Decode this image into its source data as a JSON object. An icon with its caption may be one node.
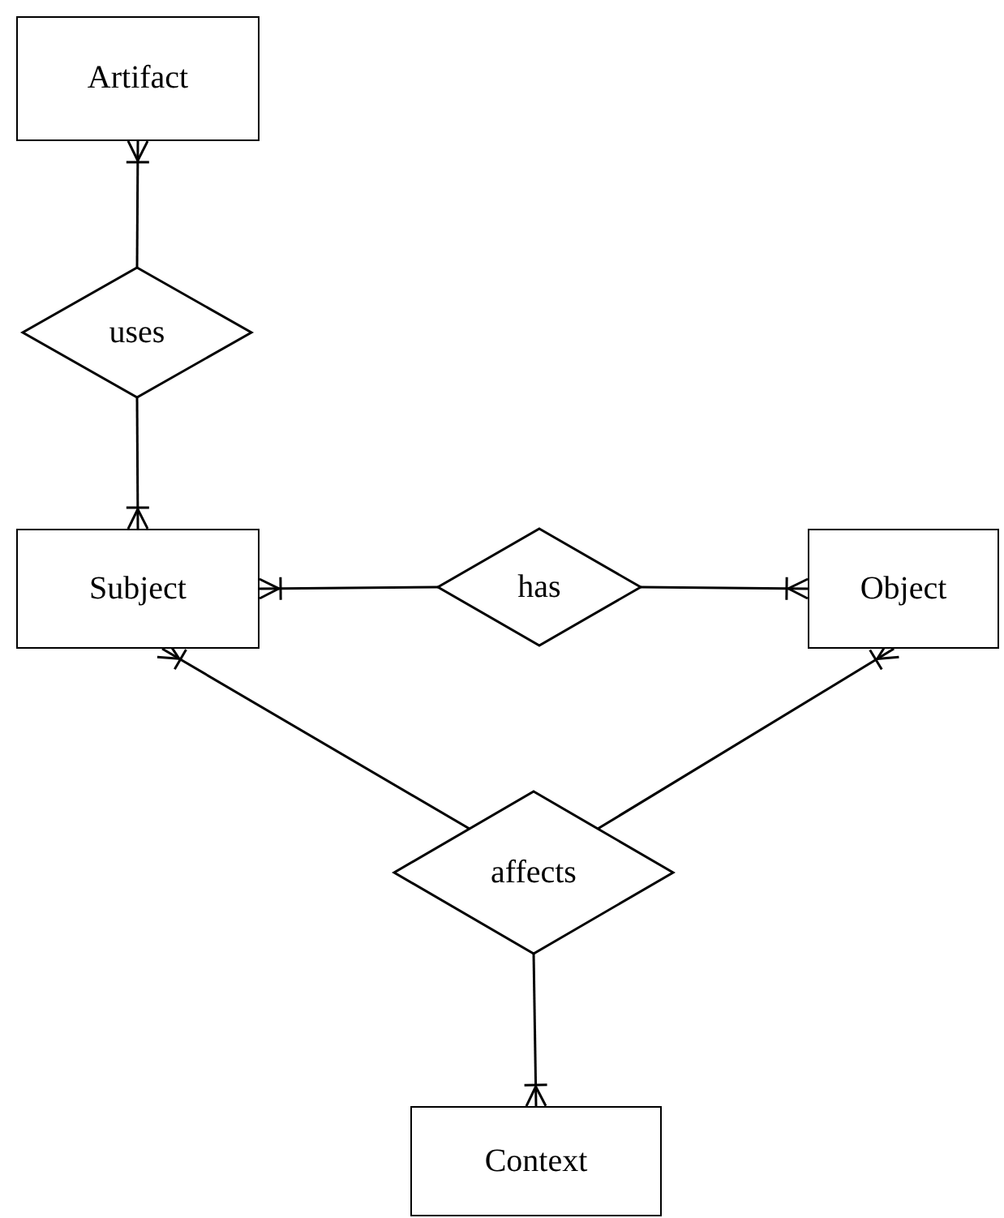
{
  "diagram": {
    "nodes": [
      {
        "text": [
          "Artifact"
        ]
      },
      {
        "text": [
          "uses"
        ]
      },
      {
        "text": [
          "Subject"
        ]
      },
      {
        "text": [
          "has"
        ]
      },
      {
        "text": [
          "Object"
        ]
      },
      {
        "text": [
          "affects"
        ]
      },
      {
        "text": [
          "Context"
        ]
      }
    ],
    "edges": [
      {
        "from": 1,
        "to": 0,
        "arrow": "other"
      },
      {
        "from": 1,
        "to": 2,
        "arrow": "other"
      },
      {
        "from": 3,
        "to": 2,
        "arrow": "other"
      },
      {
        "from": 3,
        "to": 4,
        "arrow": "other"
      },
      {
        "from": 5,
        "to": 2,
        "arrow": "other"
      },
      {
        "from": 5,
        "to": 4,
        "arrow": "other"
      },
      {
        "from": 5,
        "to": 6,
        "arrow": "other"
      }
    ]
  }
}
